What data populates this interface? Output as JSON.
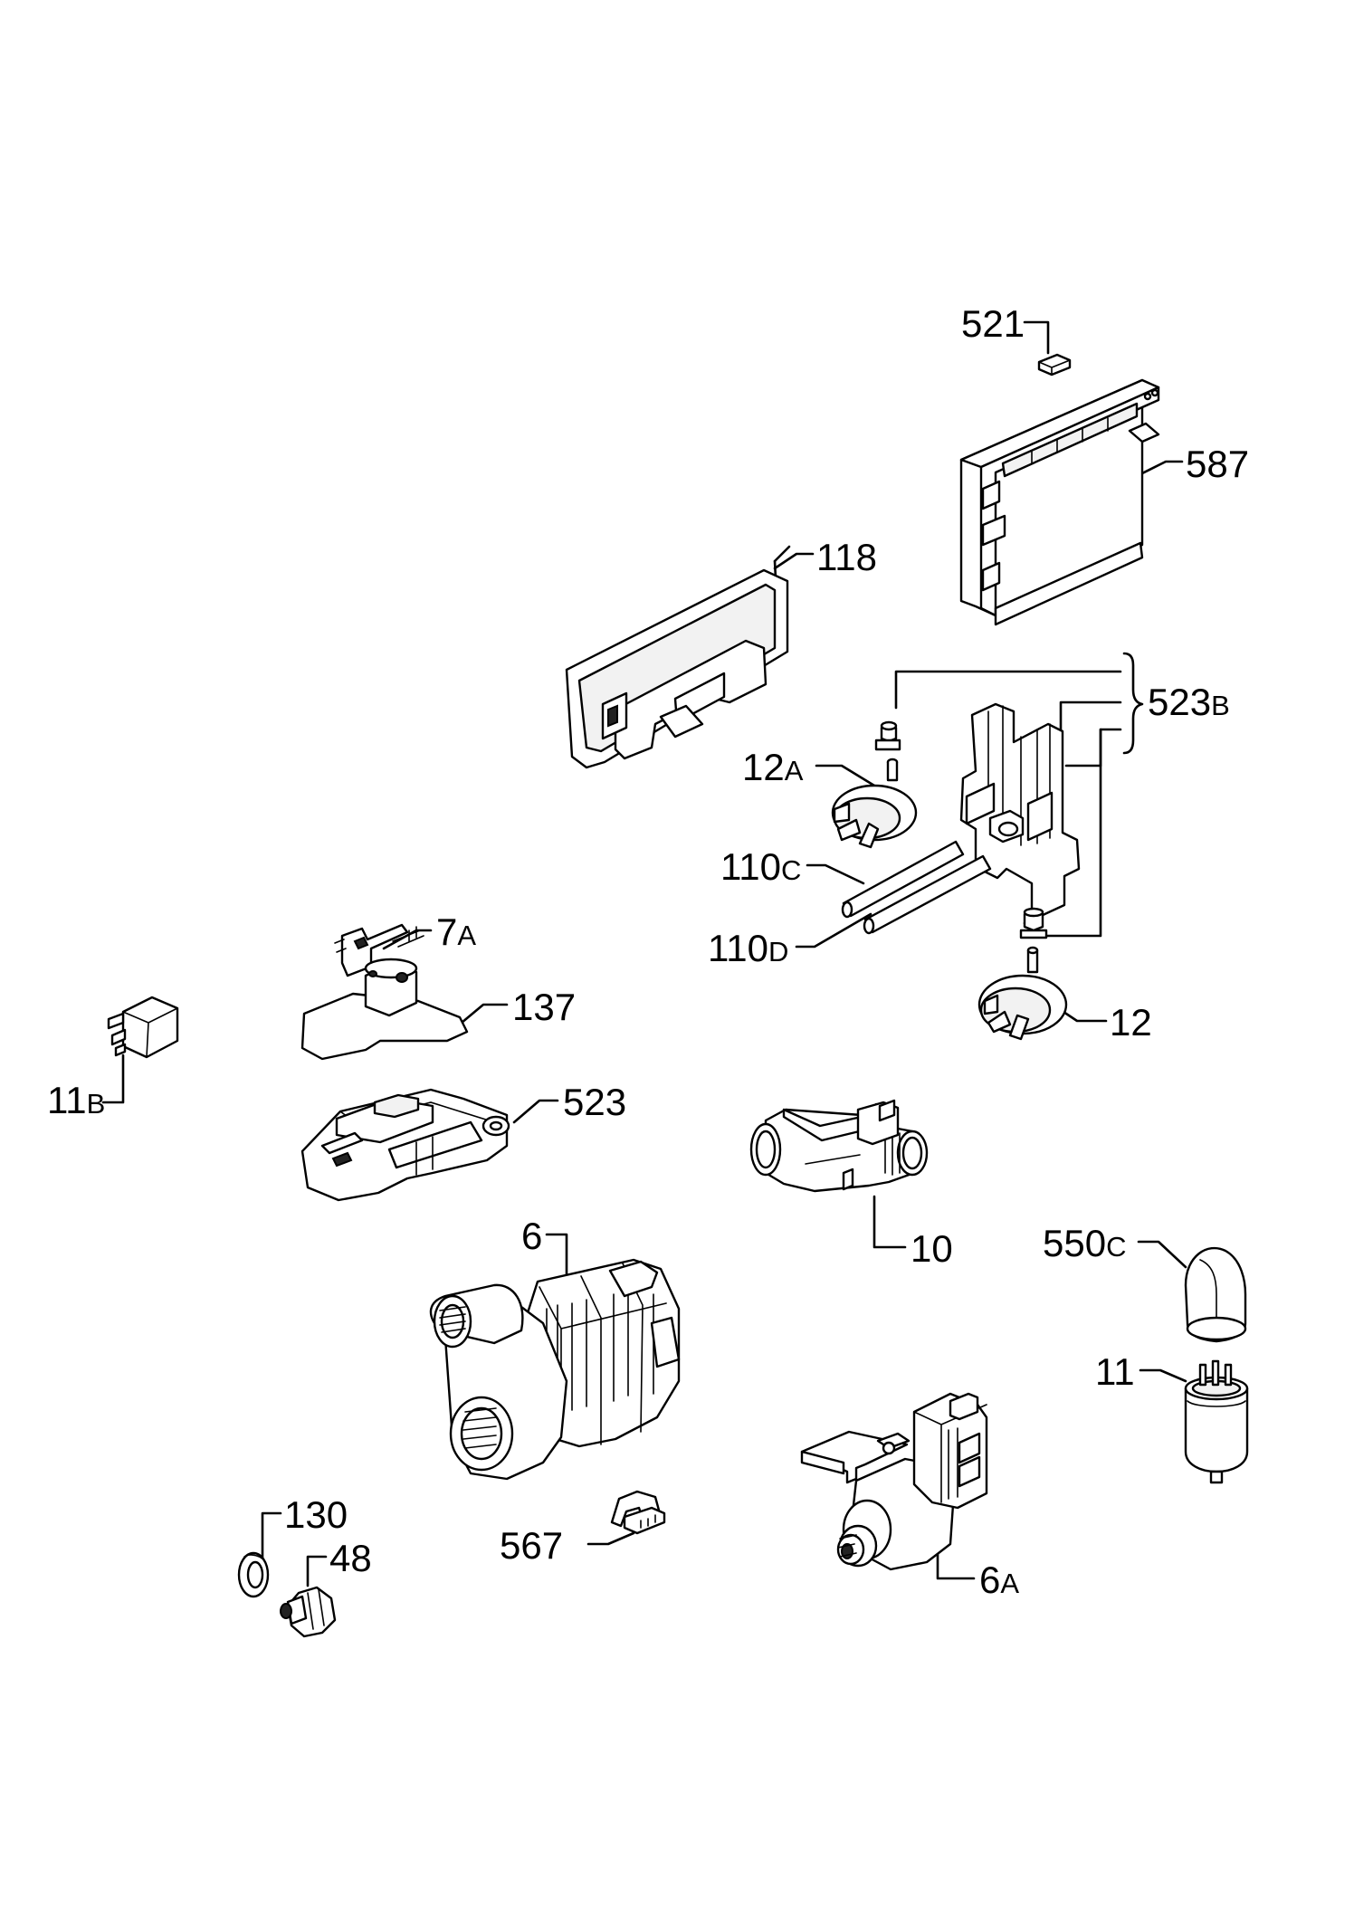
{
  "parts": {
    "p521": {
      "main": "521",
      "sub": ""
    },
    "p587": {
      "main": "587",
      "sub": ""
    },
    "p118": {
      "main": "118",
      "sub": ""
    },
    "p523B": {
      "main": "523",
      "sub": "B"
    },
    "p12A": {
      "main": "12",
      "sub": "A"
    },
    "p110C": {
      "main": "110",
      "sub": "C"
    },
    "p110D": {
      "main": "110",
      "sub": "D"
    },
    "p7A": {
      "main": "7",
      "sub": "A"
    },
    "p137": {
      "main": "137",
      "sub": ""
    },
    "p12": {
      "main": "12",
      "sub": ""
    },
    "p11B": {
      "main": "11",
      "sub": "B"
    },
    "p523": {
      "main": "523",
      "sub": ""
    },
    "p10": {
      "main": "10",
      "sub": ""
    },
    "p6": {
      "main": "6",
      "sub": ""
    },
    "p550C": {
      "main": "550",
      "sub": "C"
    },
    "p11": {
      "main": "11",
      "sub": ""
    },
    "p130": {
      "main": "130",
      "sub": ""
    },
    "p48": {
      "main": "48",
      "sub": ""
    },
    "p567": {
      "main": "567",
      "sub": ""
    },
    "p6A": {
      "main": "6",
      "sub": "A"
    }
  }
}
